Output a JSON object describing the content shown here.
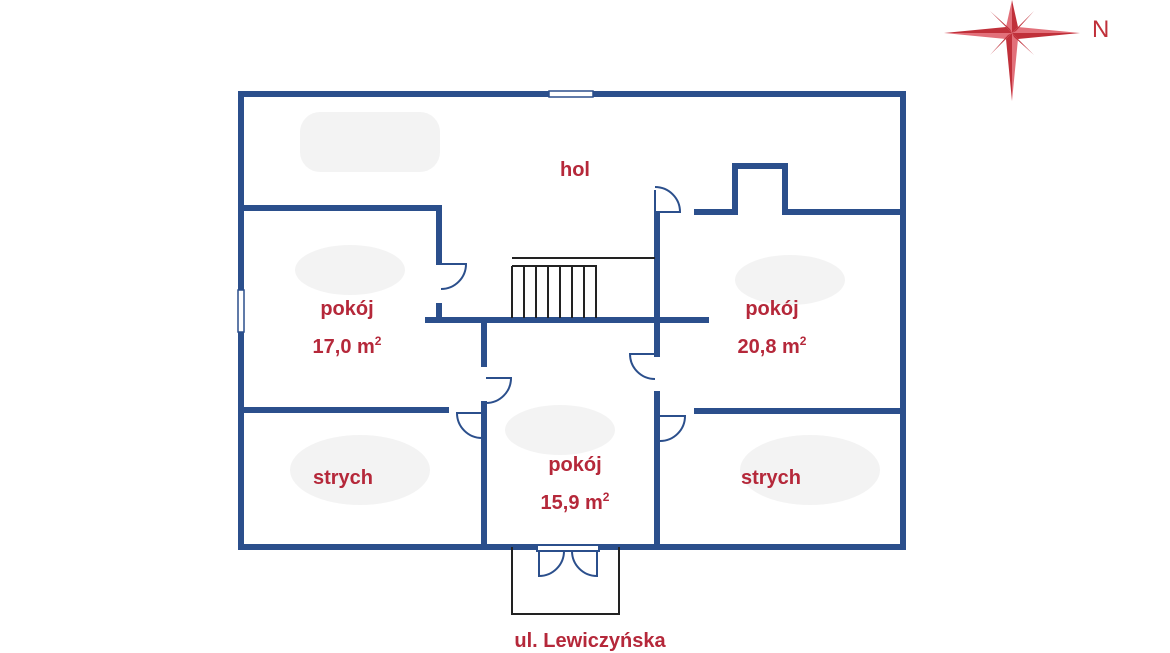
{
  "compass": {
    "label": "N",
    "icon": "compass-rose-icon",
    "color": "#c0303a"
  },
  "colors": {
    "wall": "#2b4f8c",
    "label": "#b5283a",
    "stairs": "#222222"
  },
  "rooms": {
    "hol": {
      "name": "hol"
    },
    "left_room": {
      "name": "pokój",
      "area": "17,0 m",
      "unit_sup": "2"
    },
    "right_room": {
      "name": "pokój",
      "area": "20,8 m",
      "unit_sup": "2"
    },
    "center_room": {
      "name": "pokój",
      "area": "15,9 m",
      "unit_sup": "2"
    },
    "attic_left": {
      "name": "strych"
    },
    "attic_right": {
      "name": "strych"
    }
  },
  "street": {
    "label": "ul. Lewiczyńska"
  }
}
